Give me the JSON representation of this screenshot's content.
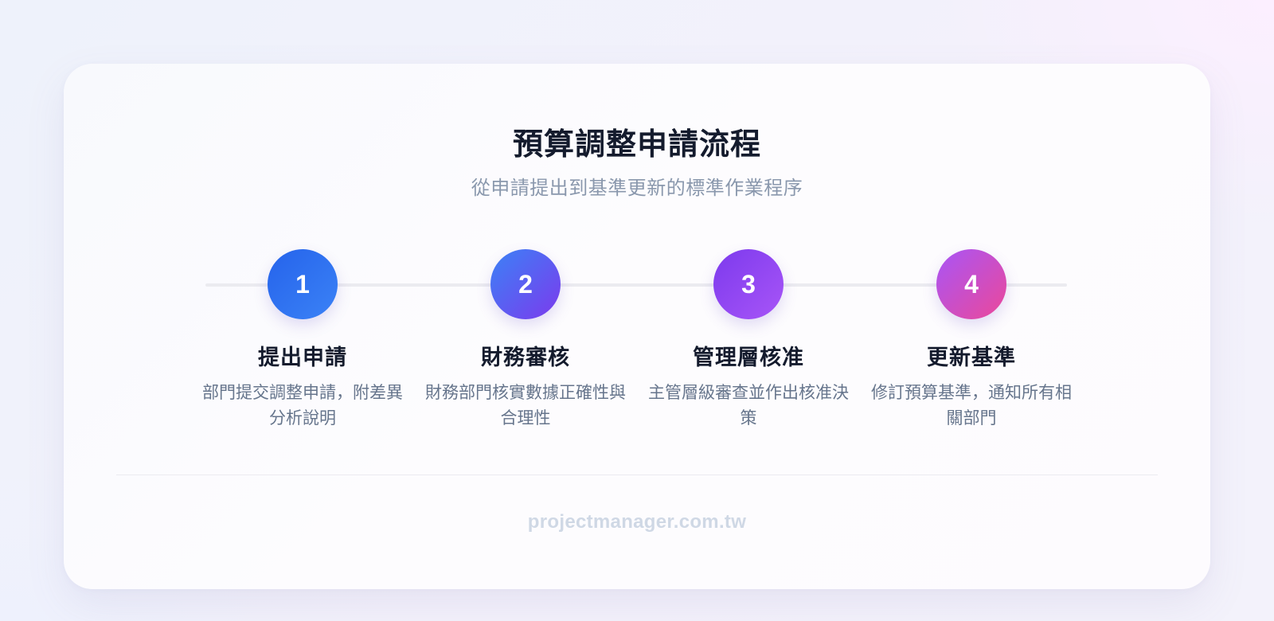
{
  "header": {
    "title": "預算調整申請流程",
    "subtitle": "從申請提出到基準更新的標準作業程序"
  },
  "steps": [
    {
      "number": "1",
      "title": "提出申請",
      "description": "部門提交調整申請，附差異分析說明",
      "gradient": [
        "#2563eb",
        "#3b82f6"
      ]
    },
    {
      "number": "2",
      "title": "財務審核",
      "description": "財務部門核實數據正確性與合理性",
      "gradient": [
        "#3b82f6",
        "#7c3aed"
      ]
    },
    {
      "number": "3",
      "title": "管理層核准",
      "description": "主管層級審查並作出核准決策",
      "gradient": [
        "#7c3aed",
        "#a855f7"
      ]
    },
    {
      "number": "4",
      "title": "更新基準",
      "description": "修訂預算基準，通知所有相關部門",
      "gradient": [
        "#a855f7",
        "#ec4899"
      ]
    }
  ],
  "footer": {
    "text": "projectmanager.com.tw"
  },
  "colors": {
    "title": "#141b2d",
    "subtitle": "#8a98ad",
    "description": "#66758c",
    "connector": "#ebebf0",
    "footer": "#cfd8e5"
  }
}
